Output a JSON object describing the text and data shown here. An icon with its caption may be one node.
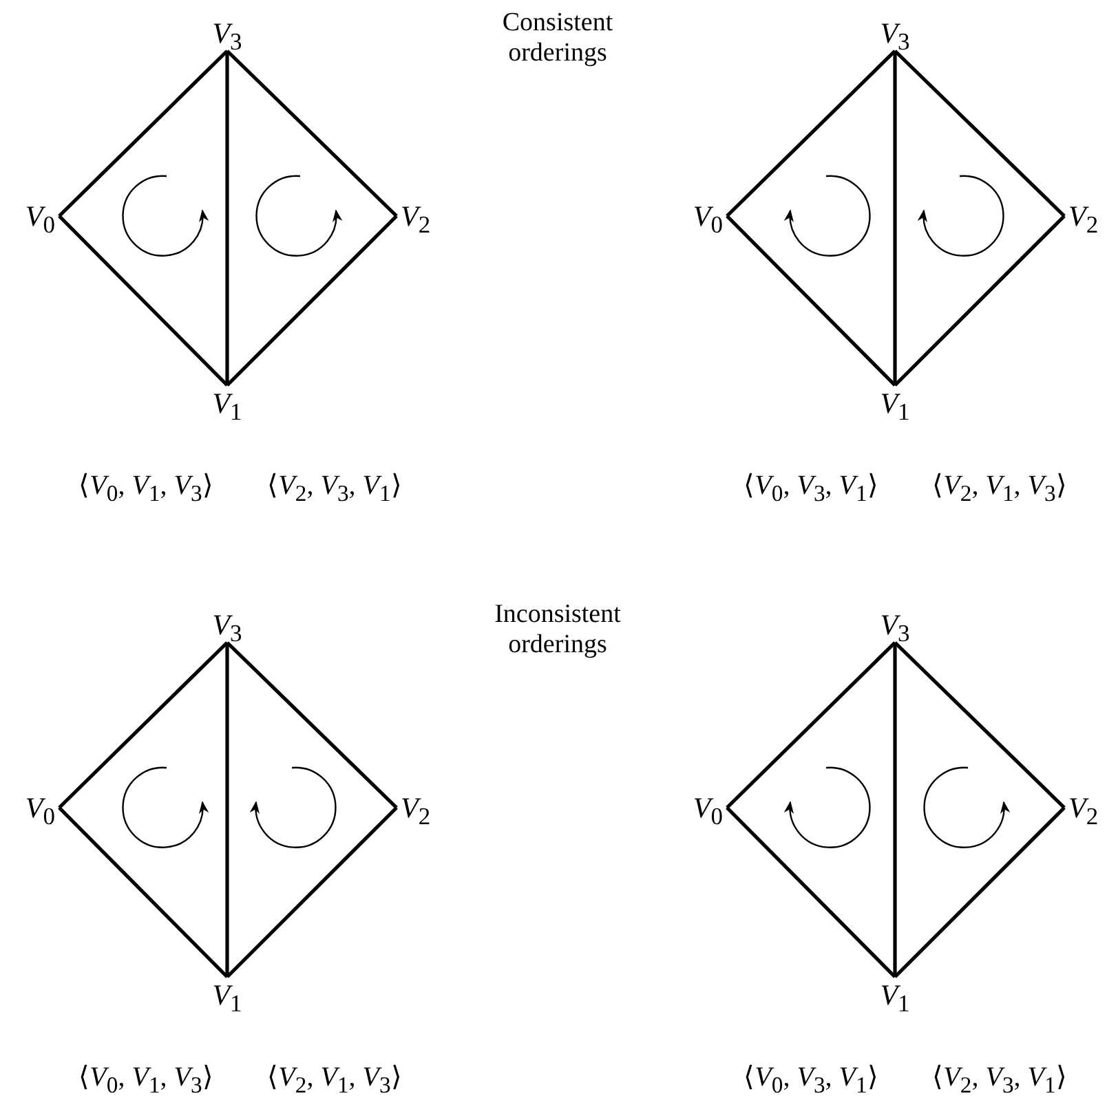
{
  "diagram": {
    "nodes": [
      {
        "text": [
          "*V*$_{3}$"
        ]
      },
      {
        "text": [
          "*V*$_{0}$"
        ]
      },
      {
        "text": [
          "*V*$_{2}$"
        ]
      },
      {
        "text": [
          "*V*$_{1}$"
        ]
      },
      {
        "text": [
          "*V*$_{3}$"
        ]
      },
      {
        "text": [
          "*V*$_{0}$"
        ]
      },
      {
        "text": [
          "*V*$_{2}$"
        ]
      },
      {
        "text": [
          "*V*$_{1}$"
        ]
      },
      {
        "text": [
          "*V*$_{3}$"
        ]
      },
      {
        "text": [
          "*V*$_{0}$"
        ]
      },
      {
        "text": [
          "*V*$_{2}$"
        ]
      },
      {
        "text": [
          "*V*$_{1}$"
        ]
      },
      {
        "text": [
          "*V*$_{3}$"
        ]
      },
      {
        "text": [
          "*V*$_{0}$"
        ]
      },
      {
        "text": [
          "*V*$_{2}$"
        ]
      },
      {
        "text": [
          "*V*$_{1}$"
        ]
      }
    ],
    "edges": [
      {
        "from": 0,
        "to": 1,
        "arrow": "none"
      },
      {
        "from": 0,
        "to": 2,
        "arrow": "none"
      },
      {
        "from": 1,
        "to": 3,
        "arrow": "none"
      },
      {
        "from": 2,
        "to": 3,
        "arrow": "none"
      },
      {
        "from": 0,
        "to": 3,
        "arrow": "none"
      },
      {
        "from": 4,
        "to": 5,
        "arrow": "none"
      },
      {
        "from": 4,
        "to": 6,
        "arrow": "none"
      },
      {
        "from": 5,
        "to": 7,
        "arrow": "none"
      },
      {
        "from": 6,
        "to": 7,
        "arrow": "none"
      },
      {
        "from": 4,
        "to": 7,
        "arrow": "none"
      },
      {
        "from": 8,
        "to": 9,
        "arrow": "none"
      },
      {
        "from": 8,
        "to": 10,
        "arrow": "none"
      },
      {
        "from": 9,
        "to": 11,
        "arrow": "none"
      },
      {
        "from": 10,
        "to": 11,
        "arrow": "none"
      },
      {
        "from": 8,
        "to": 11,
        "arrow": "none"
      },
      {
        "from": 12,
        "to": 13,
        "arrow": "none"
      },
      {
        "from": 12,
        "to": 14,
        "arrow": "none"
      },
      {
        "from": 13,
        "to": 15,
        "arrow": "none"
      },
      {
        "from": 14,
        "to": 15,
        "arrow": "none"
      },
      {
        "from": 12,
        "to": 15,
        "arrow": "none"
      }
    ],
    "labels": [
      "Consistent orderings",
      "⟨*V*$_{0}$, *V*$_{1}$, *V*$_{3}$⟩",
      "⟨*V*$_{2}$, *V*$_{3}$, *V*$_{1}$⟩",
      "⟨*V*$_{0}$, *V*$_{3}$, *V*$_{1}$⟩",
      "⟨*V*$_{2}$, *V*$_{1}$, *V*$_{3}$⟩",
      "Inconsistent orderings",
      "⟨*V*$_{0}$, *V*$_{1}$, *V*$_{3}$⟩",
      "⟨*V*$_{2}$, *V*$_{1}$, *V*$_{3}$⟩",
      "⟨*V*$_{0}$, *V*$_{3}$, *V*$_{1}$⟩",
      "⟨*V*$_{2}$, *V*$_{3}$, *V*$_{1}$⟩"
    ]
  }
}
